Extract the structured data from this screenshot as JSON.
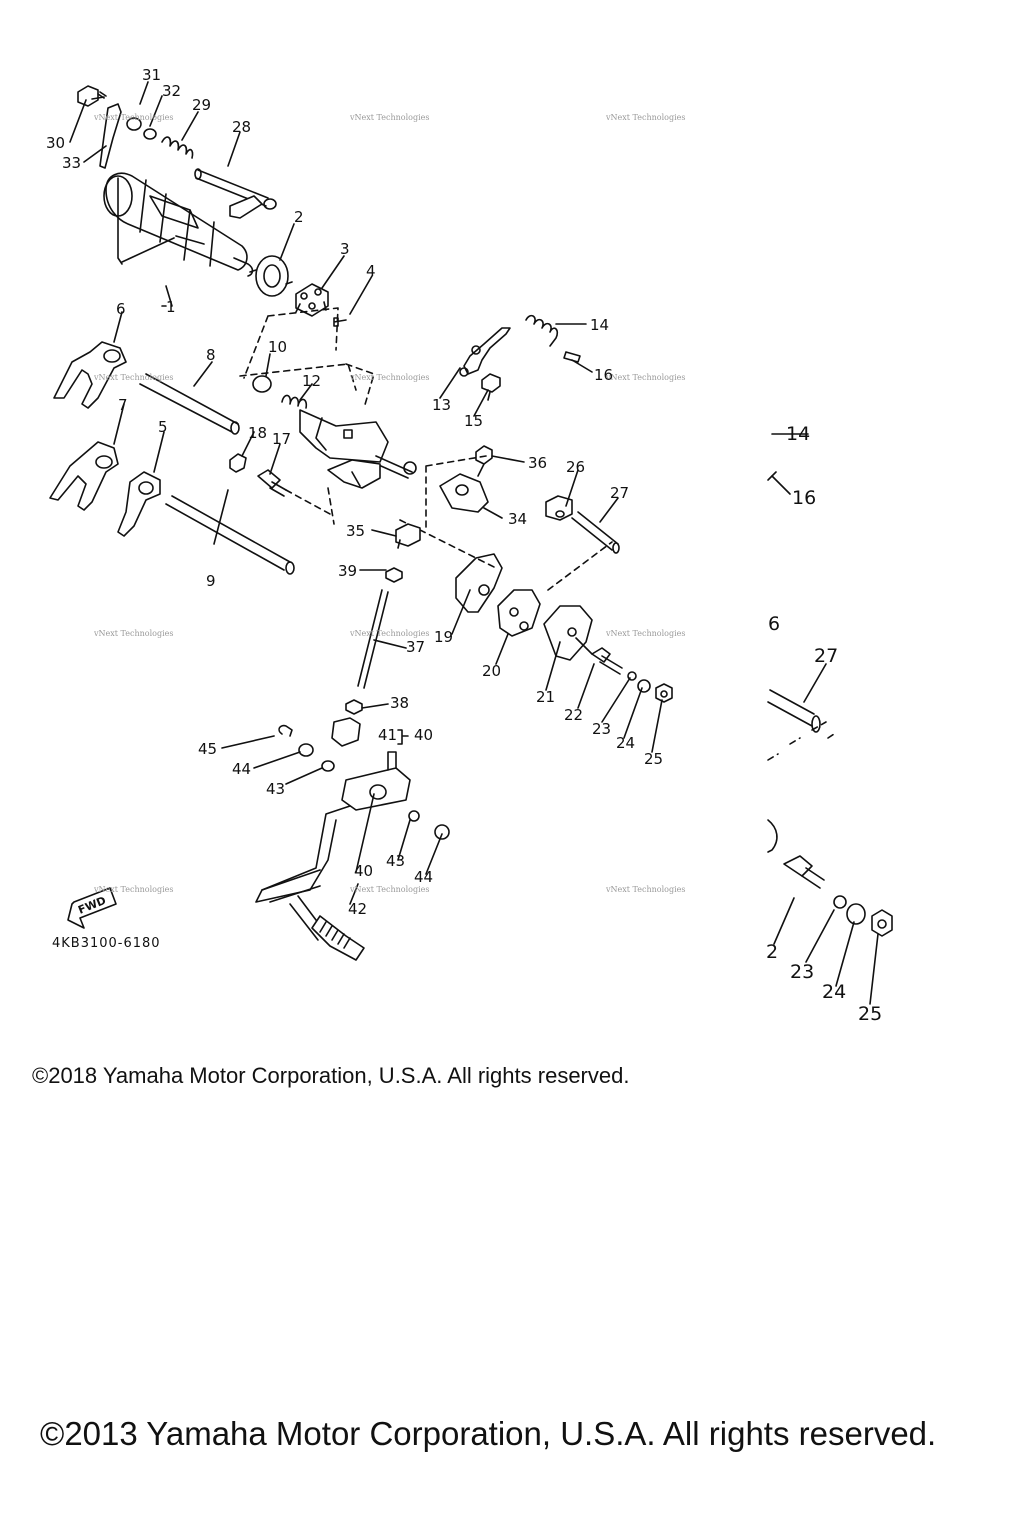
{
  "diagram": {
    "drawing_code": "4KB3100-6180",
    "fwd_label": "FWD",
    "watermark": "vNext Technologies",
    "callouts": {
      "c1": "1",
      "c2": "2",
      "c3": "3",
      "c4": "4",
      "c5": "5",
      "c6": "6",
      "c7": "7",
      "c8": "8",
      "c9": "9",
      "c10": "10",
      "c12": "12",
      "c13": "13",
      "c14": "14",
      "c15": "15",
      "c16": "16",
      "c17": "17",
      "c18": "18",
      "c19": "19",
      "c20": "20",
      "c21": "21",
      "c22": "22",
      "c23": "23",
      "c24": "24",
      "c25": "25",
      "c26": "26",
      "c27": "27",
      "c28": "28",
      "c29": "29",
      "c30": "30",
      "c31": "31",
      "c32": "32",
      "c33": "33",
      "c34": "34",
      "c35": "35",
      "c36": "36",
      "c37": "37",
      "c38": "38",
      "c39": "39",
      "c40": "40",
      "c40b": "40",
      "c41": "41",
      "c42": "42",
      "c43": "43",
      "c43b": "43",
      "c44": "44",
      "c44b": "44",
      "c45": "45"
    },
    "zoom_callouts": {
      "z14": "14",
      "z16": "16",
      "z6": "6",
      "z27": "27",
      "z2": "2",
      "z23": "23",
      "z24": "24",
      "z25": "25"
    }
  },
  "footer": {
    "copyright_2018": "©2018 Yamaha Motor Corporation, U.S.A. All rights reserved.",
    "copyright_2013": "©2013 Yamaha Motor Corporation, U.S.A. All rights reserved."
  }
}
